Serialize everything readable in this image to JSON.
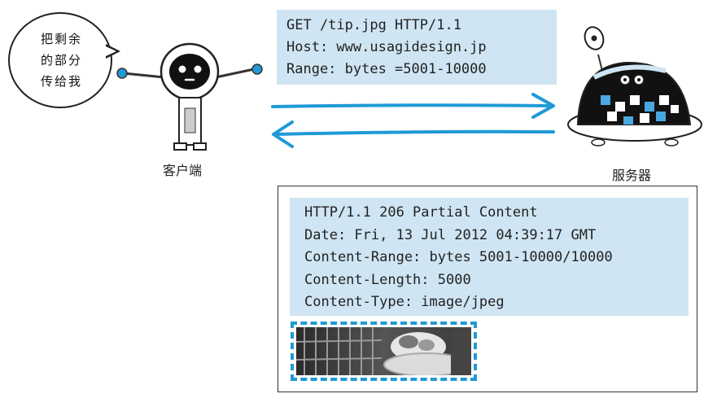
{
  "client": {
    "speech_lines": [
      "把剩余",
      "的部分",
      "传给我"
    ],
    "label": "客户端"
  },
  "server": {
    "label": "服务器"
  },
  "request": {
    "lines": [
      "GET /tip.jpg HTTP/1.1",
      "Host: www.usagidesign.jp",
      "Range: bytes =5001-10000"
    ]
  },
  "response": {
    "lines": [
      "HTTP/1.1 206 Partial Content",
      "Date: Fri, 13 Jul 2012 04:39:17 GMT",
      "Content-Range: bytes 5001-10000/10000",
      "Content-Length: 5000",
      "Content-Type: image/jpeg"
    ]
  },
  "colors": {
    "arrow": "#1f9ad6",
    "box_fill": "#cfe5f3",
    "dashed_border": "#1f9ad6"
  }
}
